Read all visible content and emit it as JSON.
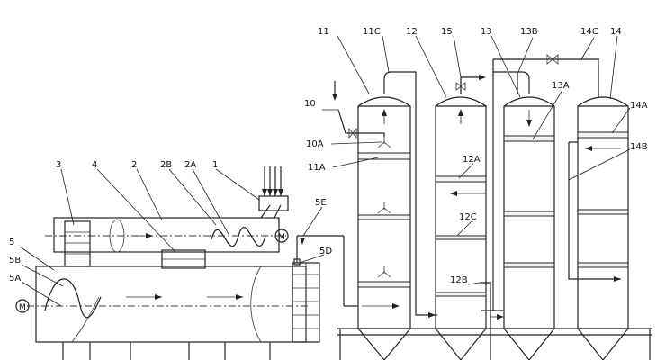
{
  "labels": {
    "l1": "1",
    "l2": "2",
    "l2A": "2A",
    "l2B": "2B",
    "l3": "3",
    "l4": "4",
    "l5": "5",
    "l5A": "5A",
    "l5B": "5B",
    "l5D": "5D",
    "l5E": "5E",
    "l10": "10",
    "l10A": "10A",
    "l11": "11",
    "l11A": "11A",
    "l11C": "11C",
    "l12": "12",
    "l12A": "12A",
    "l12B": "12B",
    "l12C": "12C",
    "l13": "13",
    "l13A": "13A",
    "l13B": "13B",
    "l14": "14",
    "l14A": "14A",
    "l14B": "14B",
    "l14C": "14C",
    "l15": "15"
  },
  "motor_symbol": "M",
  "colors": {
    "line": "#222222",
    "tray_fill": "#f4f4f4",
    "background": "#ffffff"
  }
}
